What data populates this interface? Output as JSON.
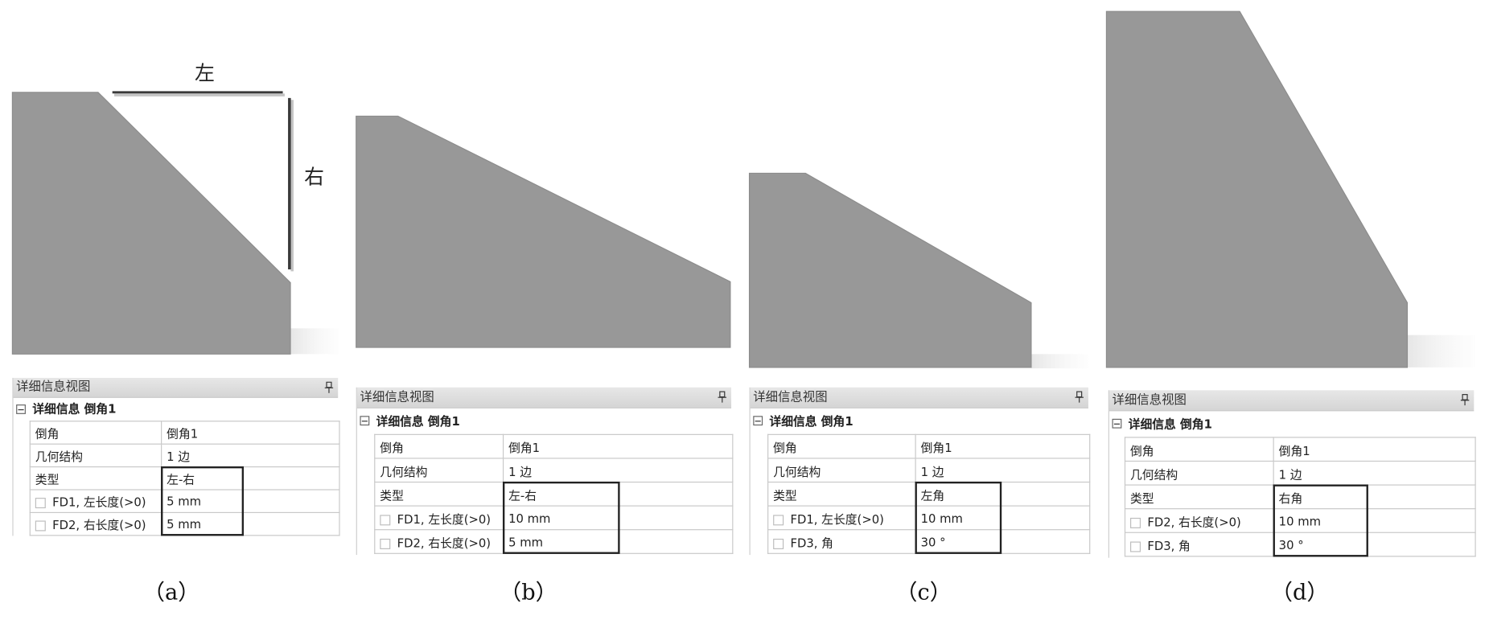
{
  "figure": {
    "dimension_labels": {
      "horizontal": "左",
      "vertical": "右"
    },
    "colors": {
      "solid_fill": "#989898",
      "highlight_border": "#222222",
      "panel_header_bg": "#dcdcdc",
      "grid_line": "#c8c8c8"
    }
  },
  "panels": [
    {
      "caption": "（a）",
      "details_view": {
        "title": "详细信息视图",
        "pin_icon": "pin-icon",
        "group": {
          "toggle_icon": "collapse-icon",
          "title": "详细信息 倒角1"
        },
        "rows": [
          {
            "label": "倒角",
            "value": "倒角1",
            "has_checkbox": false
          },
          {
            "label": "几何结构",
            "value": "1 边",
            "has_checkbox": false
          },
          {
            "label": "类型",
            "value": "左-右",
            "has_checkbox": false
          },
          {
            "label": "FD1, 左长度(>0)",
            "value": "5 mm",
            "has_checkbox": true,
            "checked": false
          },
          {
            "label": "FD2, 右长度(>0)",
            "value": "5 mm",
            "has_checkbox": true,
            "checked": false
          }
        ]
      }
    },
    {
      "caption": "（b）",
      "details_view": {
        "title": "详细信息视图",
        "pin_icon": "pin-icon",
        "group": {
          "toggle_icon": "collapse-icon",
          "title": "详细信息 倒角1"
        },
        "rows": [
          {
            "label": "倒角",
            "value": "倒角1",
            "has_checkbox": false
          },
          {
            "label": "几何结构",
            "value": "1 边",
            "has_checkbox": false
          },
          {
            "label": "类型",
            "value": "左-右",
            "has_checkbox": false
          },
          {
            "label": "FD1, 左长度(>0)",
            "value": "10 mm",
            "has_checkbox": true,
            "checked": false
          },
          {
            "label": "FD2, 右长度(>0)",
            "value": "5 mm",
            "has_checkbox": true,
            "checked": false
          }
        ]
      }
    },
    {
      "caption": "（c）",
      "details_view": {
        "title": "详细信息视图",
        "pin_icon": "pin-icon",
        "group": {
          "toggle_icon": "collapse-icon",
          "title": "详细信息 倒角1"
        },
        "rows": [
          {
            "label": "倒角",
            "value": "倒角1",
            "has_checkbox": false
          },
          {
            "label": "几何结构",
            "value": "1 边",
            "has_checkbox": false
          },
          {
            "label": "类型",
            "value": "左角",
            "has_checkbox": false
          },
          {
            "label": "FD1, 左长度(>0)",
            "value": "10 mm",
            "has_checkbox": true,
            "checked": false
          },
          {
            "label": "FD3, 角",
            "value": "30 °",
            "has_checkbox": true,
            "checked": false
          }
        ]
      }
    },
    {
      "caption": "（d）",
      "details_view": {
        "title": "详细信息视图",
        "pin_icon": "pin-icon",
        "group": {
          "toggle_icon": "collapse-icon",
          "title": "详细信息 倒角1"
        },
        "rows": [
          {
            "label": "倒角",
            "value": "倒角1",
            "has_checkbox": false
          },
          {
            "label": "几何结构",
            "value": "1 边",
            "has_checkbox": false
          },
          {
            "label": "类型",
            "value": "右角",
            "has_checkbox": false
          },
          {
            "label": "FD2, 右长度(>0)",
            "value": "10 mm",
            "has_checkbox": true,
            "checked": false
          },
          {
            "label": "FD3, 角",
            "value": "30 °",
            "has_checkbox": true,
            "checked": false
          }
        ]
      }
    }
  ]
}
